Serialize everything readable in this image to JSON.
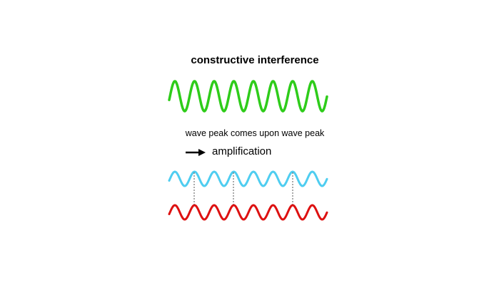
{
  "title": "constructive interference",
  "caption": "wave peak comes upon wave peak",
  "result_label": "amplification",
  "colors": {
    "resultant_wave": "#2ecc1a",
    "wave_1": "#4fcdf0",
    "wave_2": "#dd1111",
    "guide_lines": "#555555"
  },
  "icons": {
    "arrow": "right-arrow-icon"
  }
}
